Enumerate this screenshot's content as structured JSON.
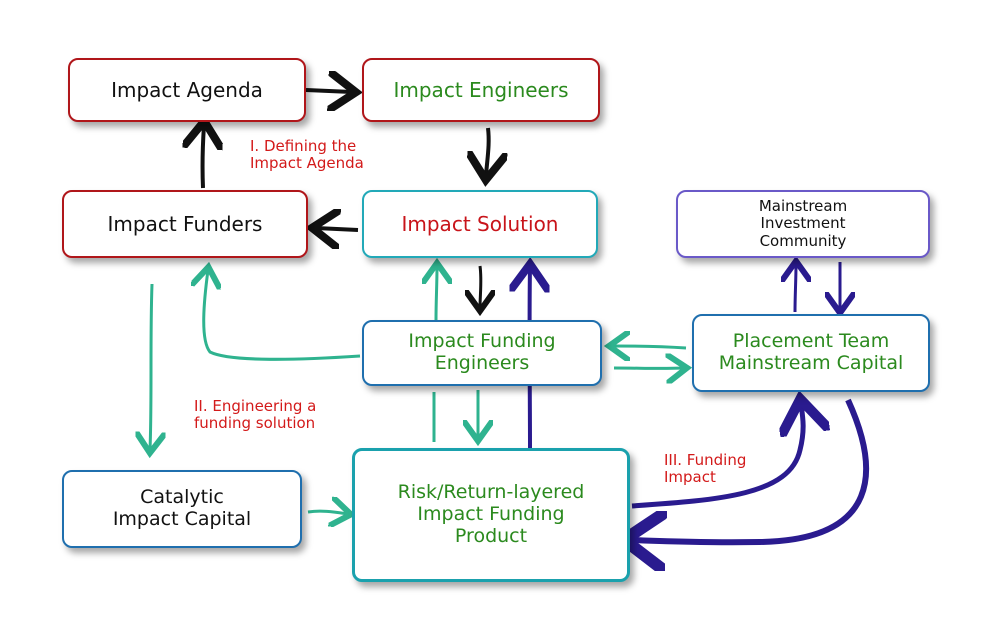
{
  "colors": {
    "red": "#c8141a",
    "green": "#2b8a1e",
    "black": "#111111",
    "teal_arrow": "#2fb38f",
    "navy_arrow": "#2a1b8f",
    "label_red": "#d31a1a"
  },
  "nodes": {
    "impact_agenda": "Impact Agenda",
    "impact_engineers": "Impact Engineers",
    "impact_funders": "Impact Funders",
    "impact_solution": "Impact Solution",
    "mainstream_investment": [
      "Mainstream",
      "Investment",
      "Community"
    ],
    "impact_funding_engineers": [
      "Impact Funding",
      "Engineers"
    ],
    "placement_team": [
      "Placement Team",
      "Mainstream Capital"
    ],
    "catalytic_capital": [
      "Catalytic",
      "Impact Capital"
    ],
    "funding_product": [
      "Risk/Return-layered",
      "Impact Funding",
      "Product"
    ]
  },
  "stage_labels": {
    "stage1": [
      "I. Defining the",
      "Impact Agenda"
    ],
    "stage2": [
      "II. Engineering a",
      "funding solution"
    ],
    "stage3": [
      "III. Funding",
      "Impact"
    ]
  }
}
